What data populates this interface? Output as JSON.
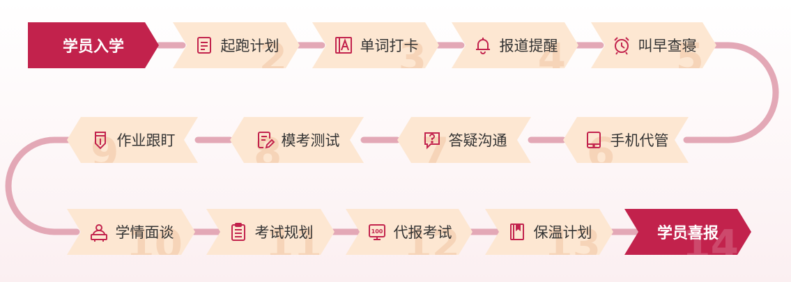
{
  "colors": {
    "accent": "#c2224c",
    "box": "#fde7d2",
    "connector": "#e3a8b6",
    "number": "#e7b28a",
    "icon": "#c2224c"
  },
  "steps": [
    {
      "num": "",
      "label": "学员入学",
      "icon": "",
      "highlight": true
    },
    {
      "num": "2",
      "label": "起跑计划",
      "icon": "document-icon"
    },
    {
      "num": "3",
      "label": "单词打卡",
      "icon": "letter-a-icon"
    },
    {
      "num": "4",
      "label": "报道提醒",
      "icon": "bell-icon"
    },
    {
      "num": "5",
      "label": "叫早查寝",
      "icon": "alarm-clock-icon"
    },
    {
      "num": "6",
      "label": "手机代管",
      "icon": "tablet-icon"
    },
    {
      "num": "7",
      "label": "答疑沟通",
      "icon": "question-icon"
    },
    {
      "num": "8",
      "label": "模考测试",
      "icon": "edit-note-icon"
    },
    {
      "num": "9",
      "label": "作业跟盯",
      "icon": "pen-icon"
    },
    {
      "num": "10",
      "label": "学情面谈",
      "icon": "meeting-icon"
    },
    {
      "num": "11",
      "label": "考试规划",
      "icon": "clipboard-icon"
    },
    {
      "num": "12",
      "label": "代报考试",
      "icon": "score-100-icon"
    },
    {
      "num": "13",
      "label": "保温计划",
      "icon": "book-icon"
    },
    {
      "num": "14",
      "label": "学员喜报",
      "icon": "",
      "highlight": true
    }
  ]
}
